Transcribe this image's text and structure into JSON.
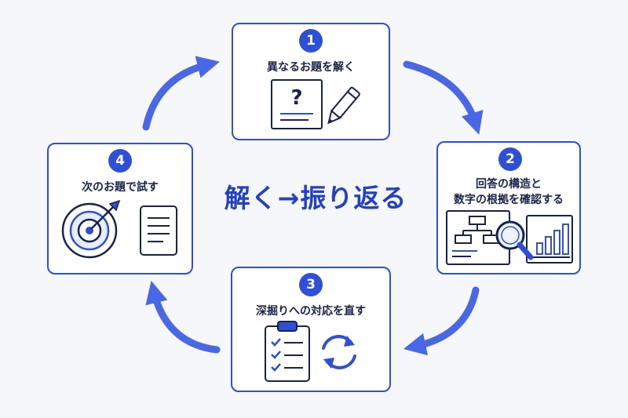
{
  "title": "解く→振り返る",
  "steps": [
    {
      "number": "1",
      "label": "異なるお題を解く"
    },
    {
      "number": "2",
      "label_line1": "回答の構造と",
      "label_line2": "数字の根拠を確認する"
    },
    {
      "number": "3",
      "label": "深掘りへの対応を直す"
    },
    {
      "number": "4",
      "label": "次のお題で試す"
    }
  ],
  "question_mark": "?",
  "colors": {
    "accent": "#2f4fd6",
    "arrow": "#4a67e6",
    "text": "#17234a"
  },
  "icons": [
    "paper-question-icon",
    "pencil-icon",
    "flowchart-icon",
    "magnifier-icon",
    "bar-chart-icon",
    "clipboard-checklist-icon",
    "refresh-icon",
    "target-icon",
    "document-icon"
  ]
}
